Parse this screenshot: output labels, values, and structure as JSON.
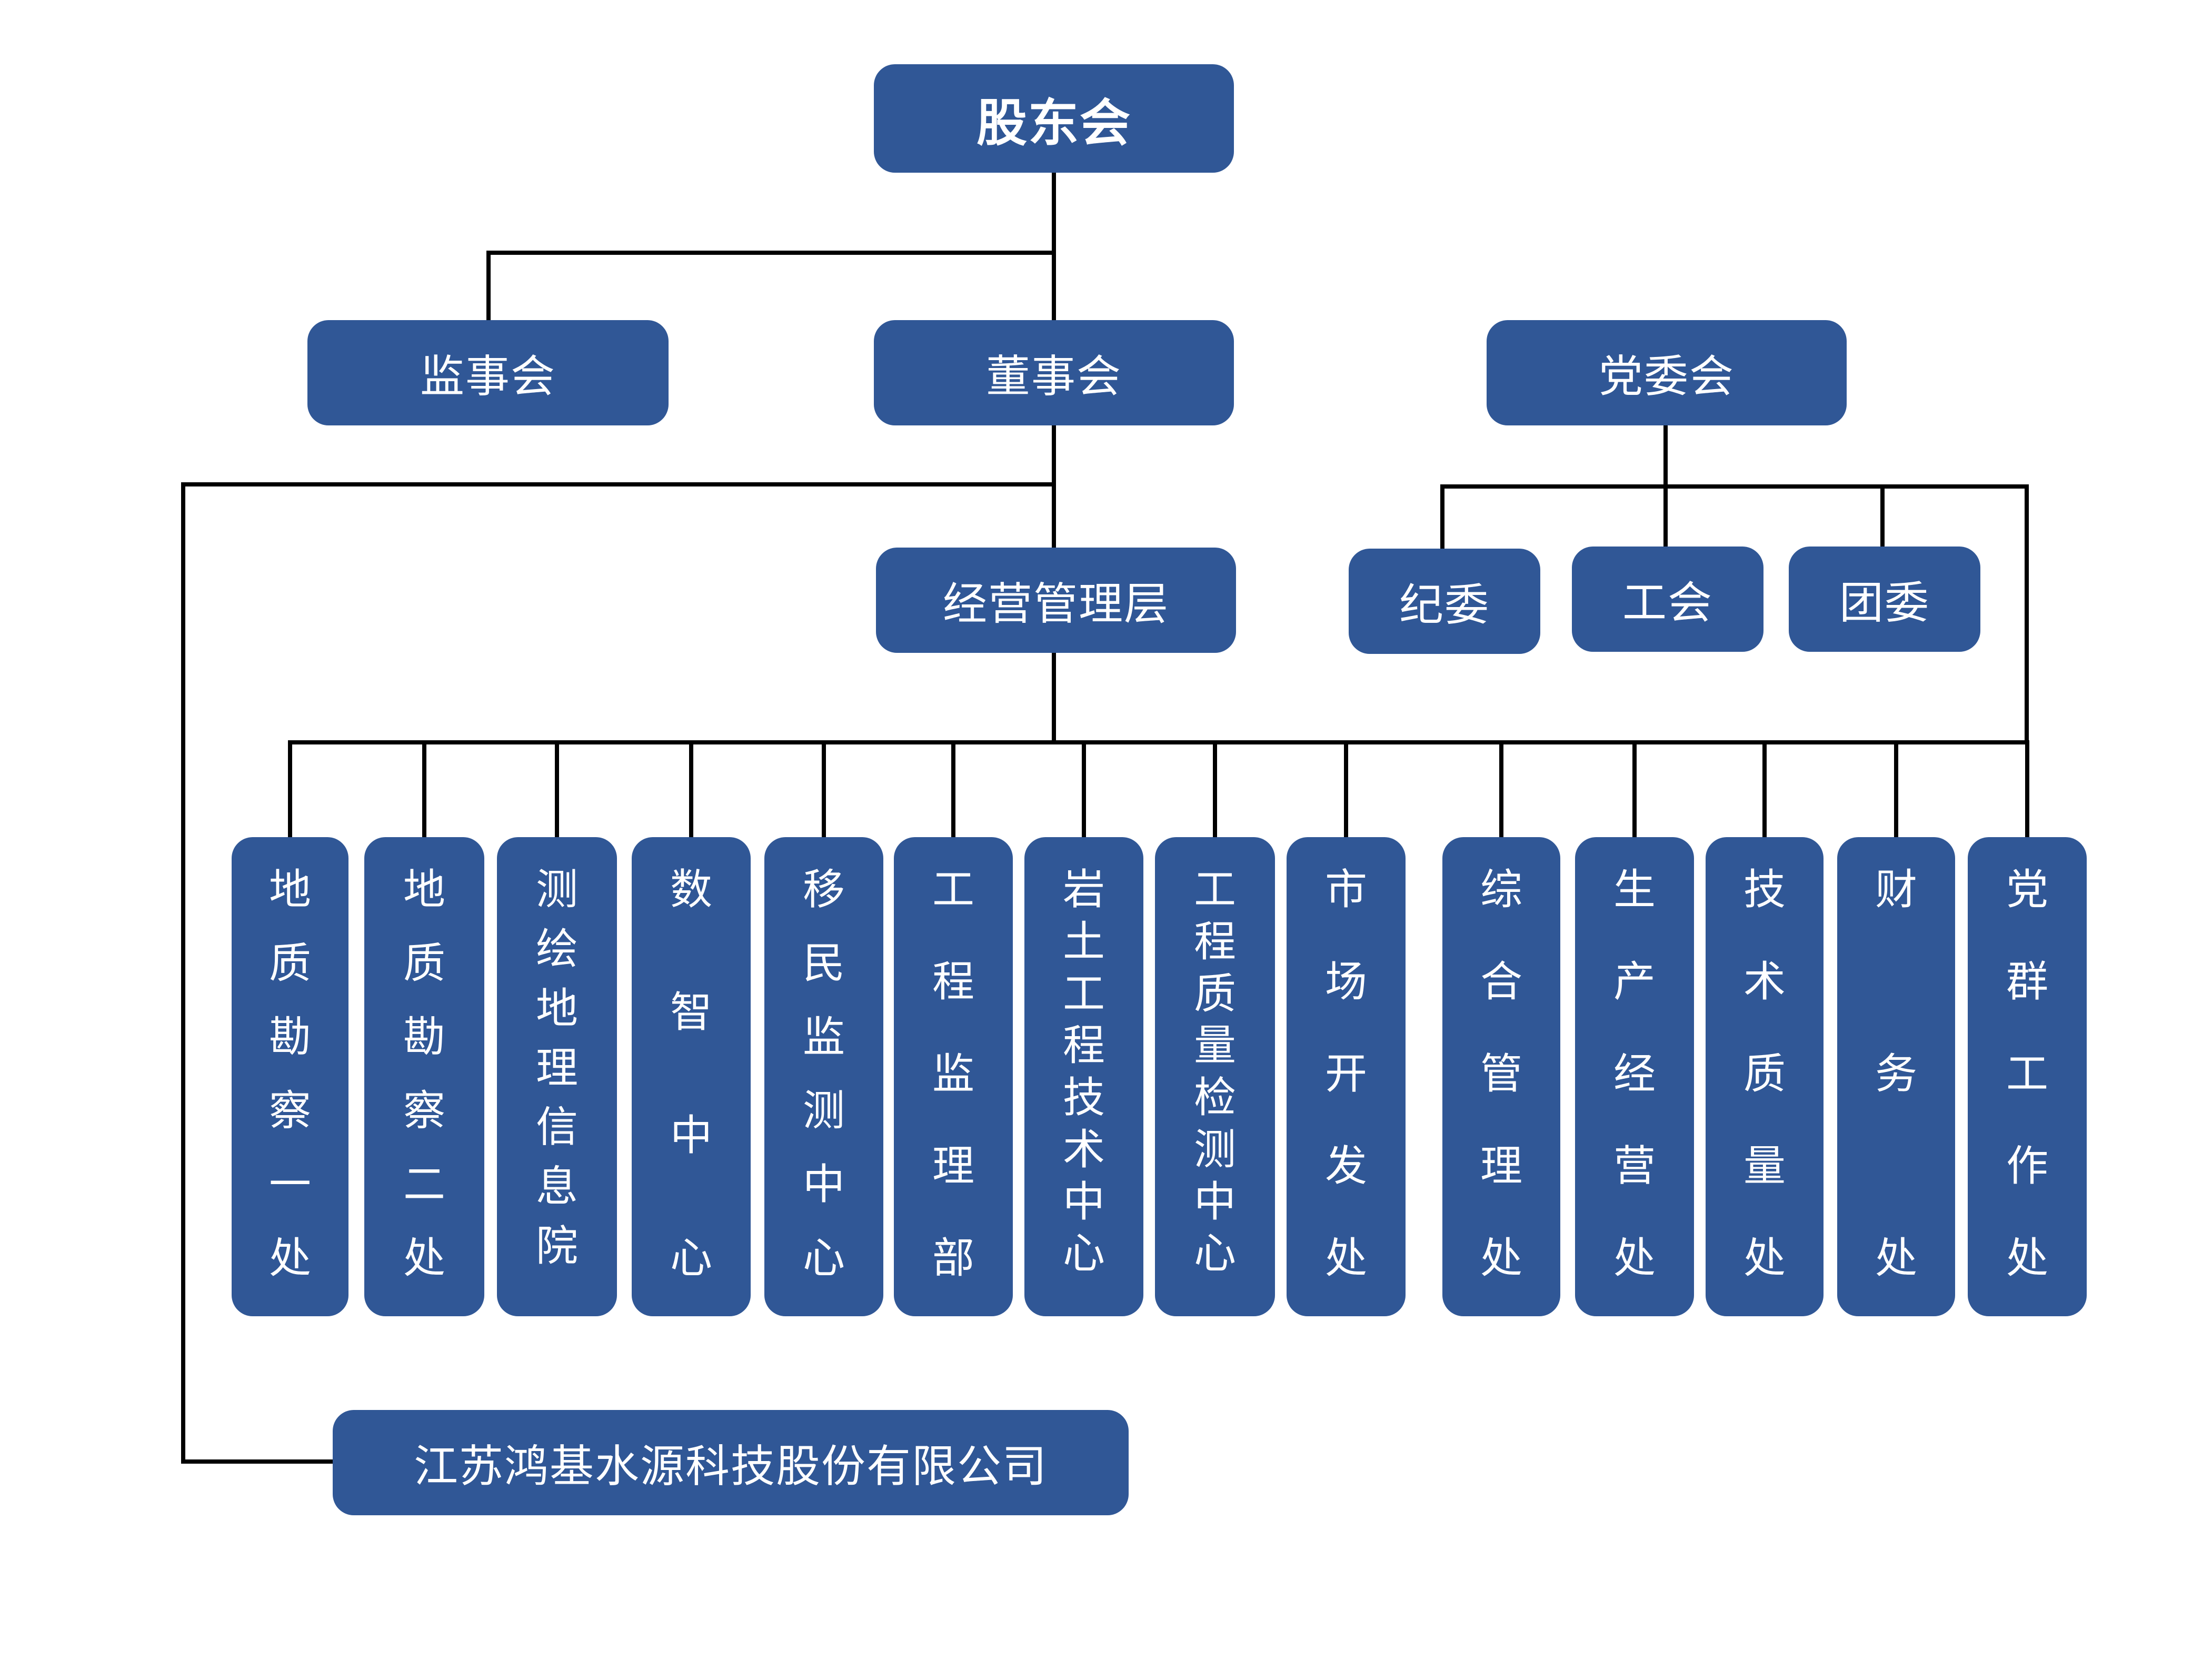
{
  "title": "组织架构图",
  "colors": {
    "box_fill": "#305796",
    "box_text": "#ffffff",
    "connector": "#000000"
  },
  "nodes": {
    "shareholders": "股东会",
    "supervisory_board": "监事会",
    "board_of_directors": "董事会",
    "party_committee": "党委会",
    "management": "经营管理层",
    "discipline_committee": "纪委",
    "labor_union": "工会",
    "youth_league": "团委",
    "subsidiary": "江苏鸿基水源科技股份有限公司"
  },
  "departments": [
    "地质勘察一处",
    "地质勘察二处",
    "测绘地理信息院",
    "数智中心",
    "移民监测中心",
    "工程监理部",
    "岩土工程技术中心",
    "工程质量检测中心",
    "市场开发处",
    "综合管理处",
    "生产经营处",
    "技术质量处",
    "财务处",
    "党群工作处"
  ]
}
